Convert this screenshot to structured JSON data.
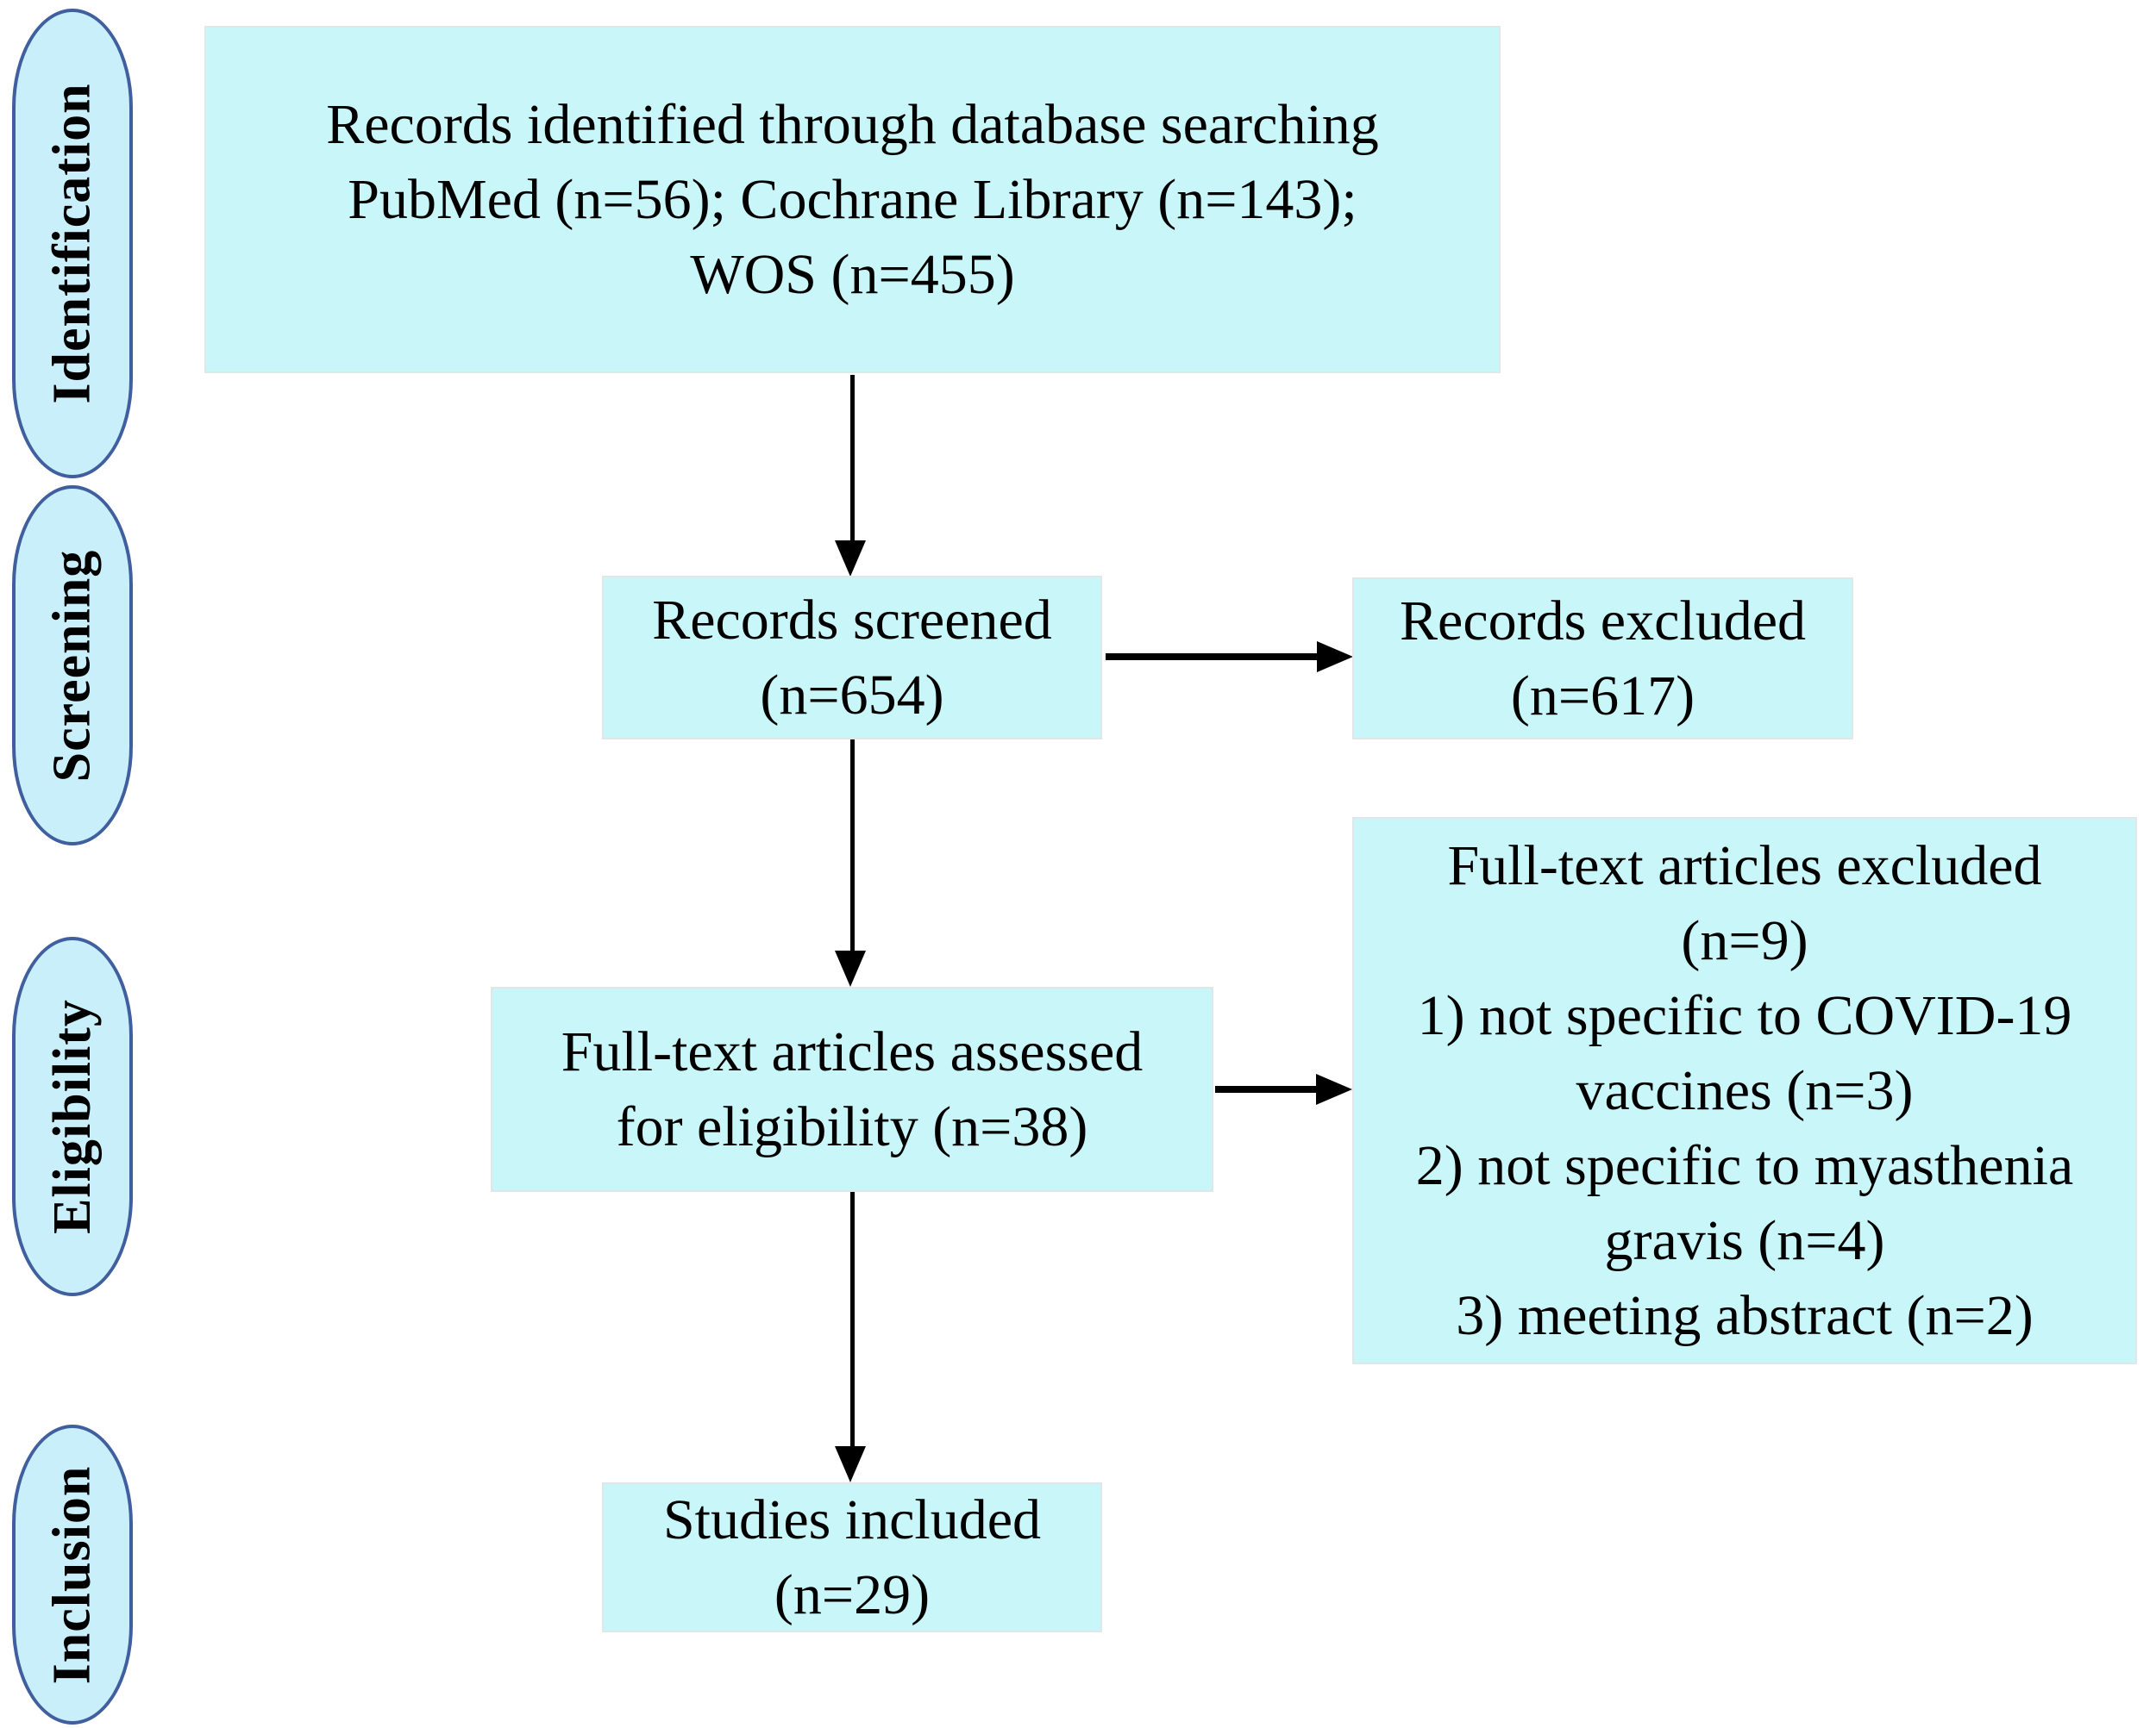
{
  "stage_labels": {
    "identification": "Identification",
    "screening": "Screening",
    "eligibility": "Eligibility",
    "inclusion": "Inclusion"
  },
  "boxes": {
    "identified": {
      "lines": [
        "Records identified through database searching",
        "PubMed (n=56); Cochrane Library (n=143);",
        "WOS (n=455)"
      ]
    },
    "screened": {
      "lines": [
        "Records screened",
        "(n=654)"
      ]
    },
    "records_excluded": {
      "lines": [
        "Records excluded",
        "(n=617)"
      ]
    },
    "assessed": {
      "lines": [
        "Full-text articles assessed",
        "for eligibility (n=38)"
      ]
    },
    "fulltext_excluded": {
      "lines": [
        "Full-text articles excluded",
        "(n=9)",
        "1) not specific to COVID-19",
        "vaccines (n=3)",
        "2) not specific to myasthenia",
        "gravis (n=4)",
        "3) meeting abstract (n=2)"
      ]
    },
    "included": {
      "lines": [
        "Studies included",
        "(n=29)"
      ]
    }
  },
  "colors": {
    "box_fill": "#c9f6f9",
    "box_border": "#dfe7e9",
    "stage_pill_fill": "#c9effa",
    "stage_pill_border": "#3f5f9e",
    "arrow": "#000000",
    "text": "#000000"
  }
}
